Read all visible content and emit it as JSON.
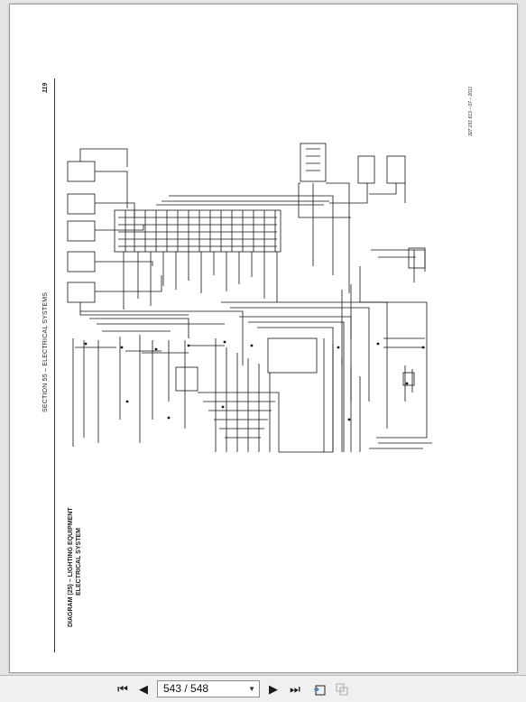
{
  "document": {
    "section_label": "SECTION 55 – ELECTRICAL SYSTEMS",
    "page_number": "119",
    "diagram_title": "DIAGRAM (25) – LIGHTING EQUIPMENT",
    "diagram_subtitle": "ELECTRICAL SYSTEM",
    "doc_reference": "327 231 613 – 07 – 2011"
  },
  "toolbar": {
    "page_indicator": "543 / 548",
    "first_page_icon": "skip-first-icon",
    "prev_page_icon": "triangle-left-icon",
    "next_page_icon": "triangle-right-icon",
    "last_page_icon": "skip-last-icon",
    "fit_icon": "page-fit-icon",
    "export_icon": "page-export-icon"
  },
  "colors": {
    "toolbar_bg": "#f0f0f0",
    "page_bg": "#ffffff",
    "viewer_bg": "#e6e6e6"
  }
}
